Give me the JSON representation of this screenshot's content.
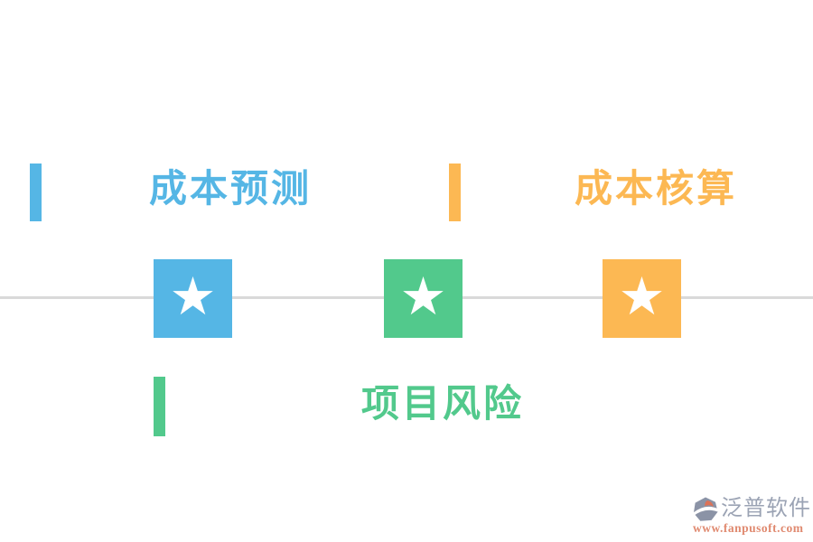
{
  "colors": {
    "blue": "#55b6e5",
    "green": "#52c98c",
    "orange": "#fcb853",
    "line": "#d9d9d9",
    "brand-gray": "#9ba3b4",
    "brand-salmon": "#e08a70"
  },
  "diagram": {
    "items": [
      {
        "label": "成本预测",
        "color": "#55b6e5",
        "position": "top-left"
      },
      {
        "label": "成本核算",
        "color": "#fcb853",
        "position": "top-right"
      },
      {
        "label": "项目风险",
        "color": "#52c98c",
        "position": "bottom-center"
      }
    ]
  },
  "icons": {
    "star": "★"
  },
  "footer": {
    "brand": "泛普软件",
    "website": "www.fanpusoft.com"
  }
}
